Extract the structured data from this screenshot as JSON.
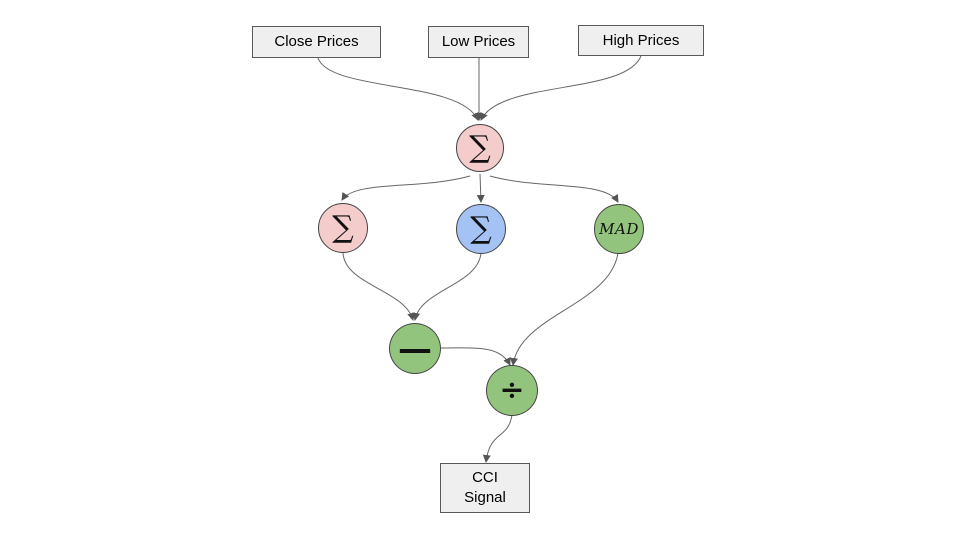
{
  "inputs": {
    "close": "Close Prices",
    "low": "Low Prices",
    "high": "High Prices"
  },
  "nodes": {
    "sum_top": "∑",
    "sum_left": "∑",
    "sum_mid": "∑",
    "mad": "MAD",
    "minus": "—",
    "divide": "÷"
  },
  "output": {
    "line1": "CCI",
    "line2": "Signal"
  },
  "colors": {
    "pink": "#f4cccc",
    "blue": "#a4c2f4",
    "green": "#93c47d",
    "box": "#efefef",
    "edge": "#555555"
  }
}
